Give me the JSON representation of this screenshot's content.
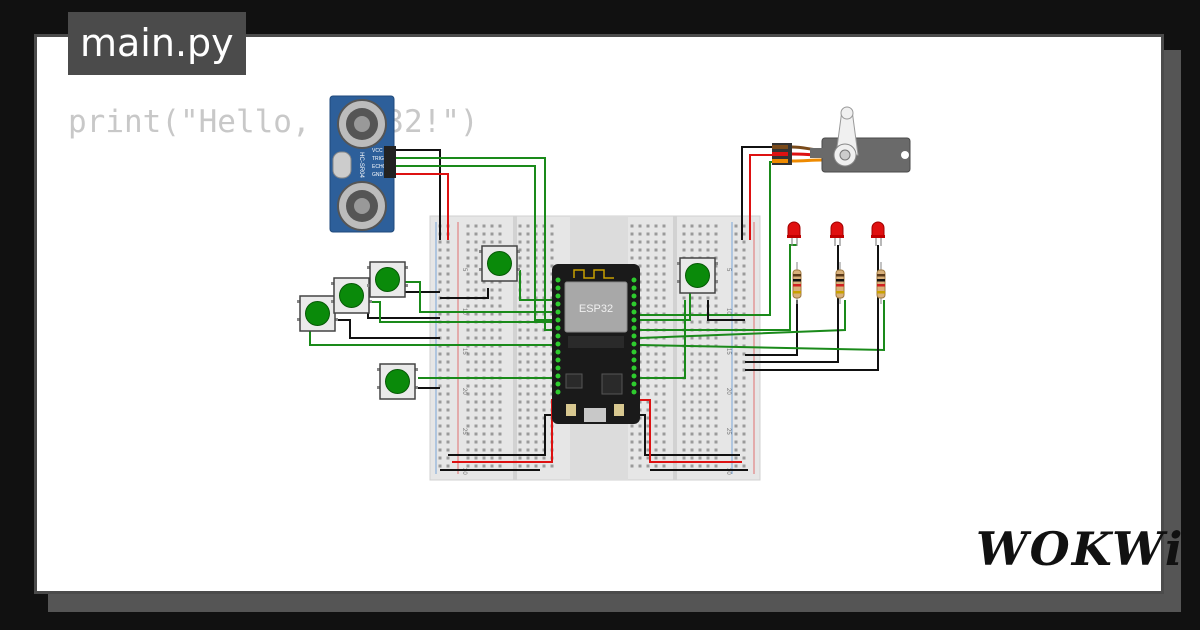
{
  "file_tab": {
    "label": "main.py"
  },
  "code": {
    "line": "print(\"Hello, ESP32!\")"
  },
  "board": {
    "label": "ESP32"
  },
  "sensor": {
    "model": "HC-SR04",
    "pins": [
      "VCC",
      "TRIG",
      "ECHO",
      "GND"
    ]
  },
  "breadboard": {
    "row_numbers": [
      "5",
      "10",
      "15",
      "20",
      "25",
      "30"
    ]
  },
  "logo": {
    "text": "WOKWi"
  },
  "colors": {
    "wire_green": "#1a8a1a",
    "wire_black": "#111111",
    "wire_red": "#dd1111",
    "button_green": "#0a8a0a",
    "led_red": "#e01010",
    "sensor_blue": "#2d5f9a",
    "board_black": "#1a1a1a"
  },
  "icons": {
    "board": "esp32-devkit-icon",
    "sensor": "ultrasonic-sensor-icon",
    "servo": "servo-motor-icon",
    "led": "led-icon",
    "resistor": "resistor-icon",
    "button": "pushbutton-icon"
  }
}
